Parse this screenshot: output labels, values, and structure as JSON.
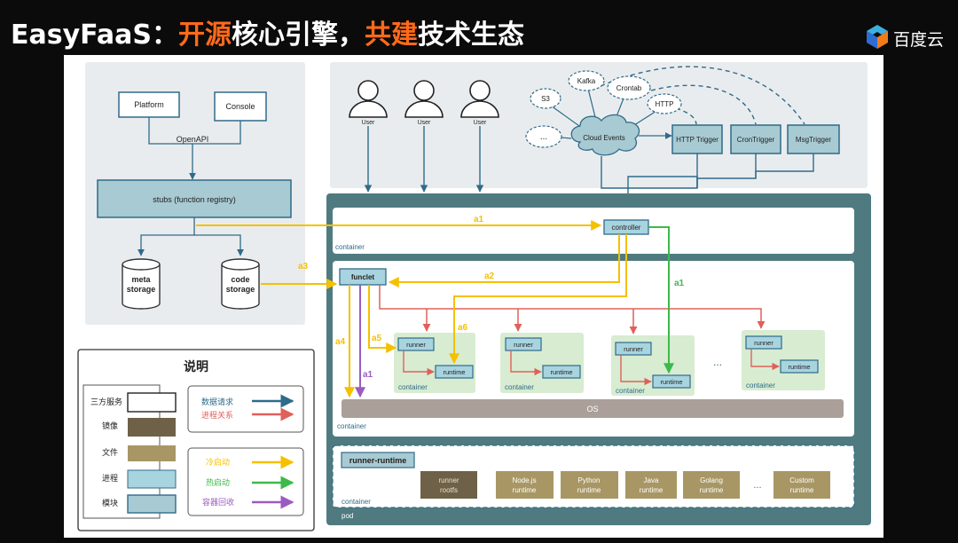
{
  "title": {
    "part1": "EasyFaaS：",
    "part2": "开源",
    "part3": "核心引擎，",
    "part4": "共建",
    "part5": "技术生态"
  },
  "logo": {
    "text": "百度云",
    "colors": [
      "#2e6cd1",
      "#f07c1a",
      "#3bb0e0"
    ]
  },
  "colors": {
    "data_request": "#2f6b8a",
    "process_relation": "#e0605a",
    "cold_start": "#f5c000",
    "hot_start": "#3db94a",
    "container_recycle": "#9a5cc0",
    "process_fill": "#a8d4df",
    "file_fill": "#a89765",
    "image_fill": "#6e6148",
    "module_fill": "#a8cad2",
    "pod_bg": "#4f7b80",
    "os_fill": "#aaa099"
  },
  "left_panel": {
    "platform": "Platform",
    "console": "Console",
    "openapi": "OpenAPI",
    "stubs": "stubs (function registry)",
    "meta_storage": [
      "meta",
      "storage"
    ],
    "code_storage": [
      "code",
      "storage"
    ]
  },
  "top_panel": {
    "users": [
      "User",
      "User",
      "User"
    ],
    "events": [
      "S3",
      "Kafka",
      "Crontab",
      "HTTP",
      "..."
    ],
    "cloud_events": "Cloud Events",
    "triggers": [
      "HTTP Trigger",
      "CronTrigger",
      "MsgTrigger"
    ]
  },
  "pod": {
    "controller": "controller",
    "container_label": "container",
    "funclet": "funclet",
    "runner": "runner",
    "runtime": "runtime",
    "ellipsis": "...",
    "os": "OS",
    "runner_runtime": "runner-runtime",
    "runner_rootfs": [
      "runner",
      "rootfs"
    ],
    "runtimes": [
      [
        "Node.js",
        "runtime"
      ],
      [
        "Python",
        "runtime"
      ],
      [
        "Java",
        "runtime"
      ],
      [
        "Golang",
        "runtime"
      ],
      [
        "Custom",
        "runtime"
      ]
    ],
    "pod_label": "pod",
    "flows": [
      "a1",
      "a2",
      "a3",
      "a4",
      "a5",
      "a6",
      "a1",
      "a1"
    ]
  },
  "legend": {
    "title": "说明",
    "items": [
      "三方服务",
      "镜像",
      "文件",
      "进程",
      "模块"
    ],
    "arrows_a": [
      "数据请求",
      "进程关系"
    ],
    "arrows_b": [
      "冷启动",
      "热启动",
      "容器回收"
    ]
  }
}
